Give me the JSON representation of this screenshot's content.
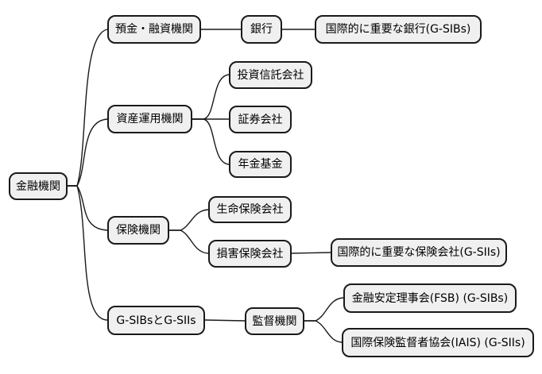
{
  "diagram_type": "mindmap-tree",
  "colors": {
    "background": "#ffffff",
    "node_fill": "#f0f0f0",
    "node_border": "#1a1a1a",
    "line": "#1a1a1a",
    "text": "#000000"
  },
  "tree": {
    "label": "金融機関",
    "children": [
      {
        "label": "預金・融資機関",
        "children": [
          {
            "label": "銀行",
            "children": [
              {
                "label": "国際的に重要な銀行(G-SIBs)"
              }
            ]
          }
        ]
      },
      {
        "label": "資産運用機関",
        "children": [
          {
            "label": "投資信託会社"
          },
          {
            "label": "証券会社"
          },
          {
            "label": "年金基金"
          }
        ]
      },
      {
        "label": "保険機関",
        "children": [
          {
            "label": "生命保険会社"
          },
          {
            "label": "損害保険会社",
            "children": [
              {
                "label": "国際的に重要な保険会社(G-SIIs)"
              }
            ]
          }
        ]
      },
      {
        "label": "G-SIBsとG-SIIs",
        "children": [
          {
            "label": "監督機関",
            "children": [
              {
                "label": "金融安定理事会(FSB) (G-SIBs)"
              },
              {
                "label": "国際保険監督者協会(IAIS) (G-SIIs)"
              }
            ]
          }
        ]
      }
    ]
  }
}
